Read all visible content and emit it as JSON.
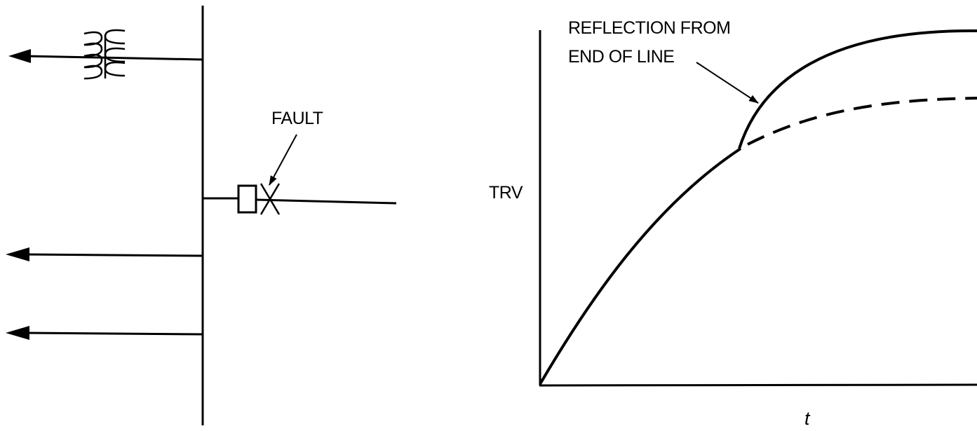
{
  "labels": {
    "fault": "FAULT",
    "reflection_line1": "REFLECTION FROM",
    "reflection_line2": "END OF LINE",
    "y_axis": "TRV",
    "x_axis": "t"
  },
  "colors": {
    "ink": "#000000",
    "background": "#ffffff"
  }
}
